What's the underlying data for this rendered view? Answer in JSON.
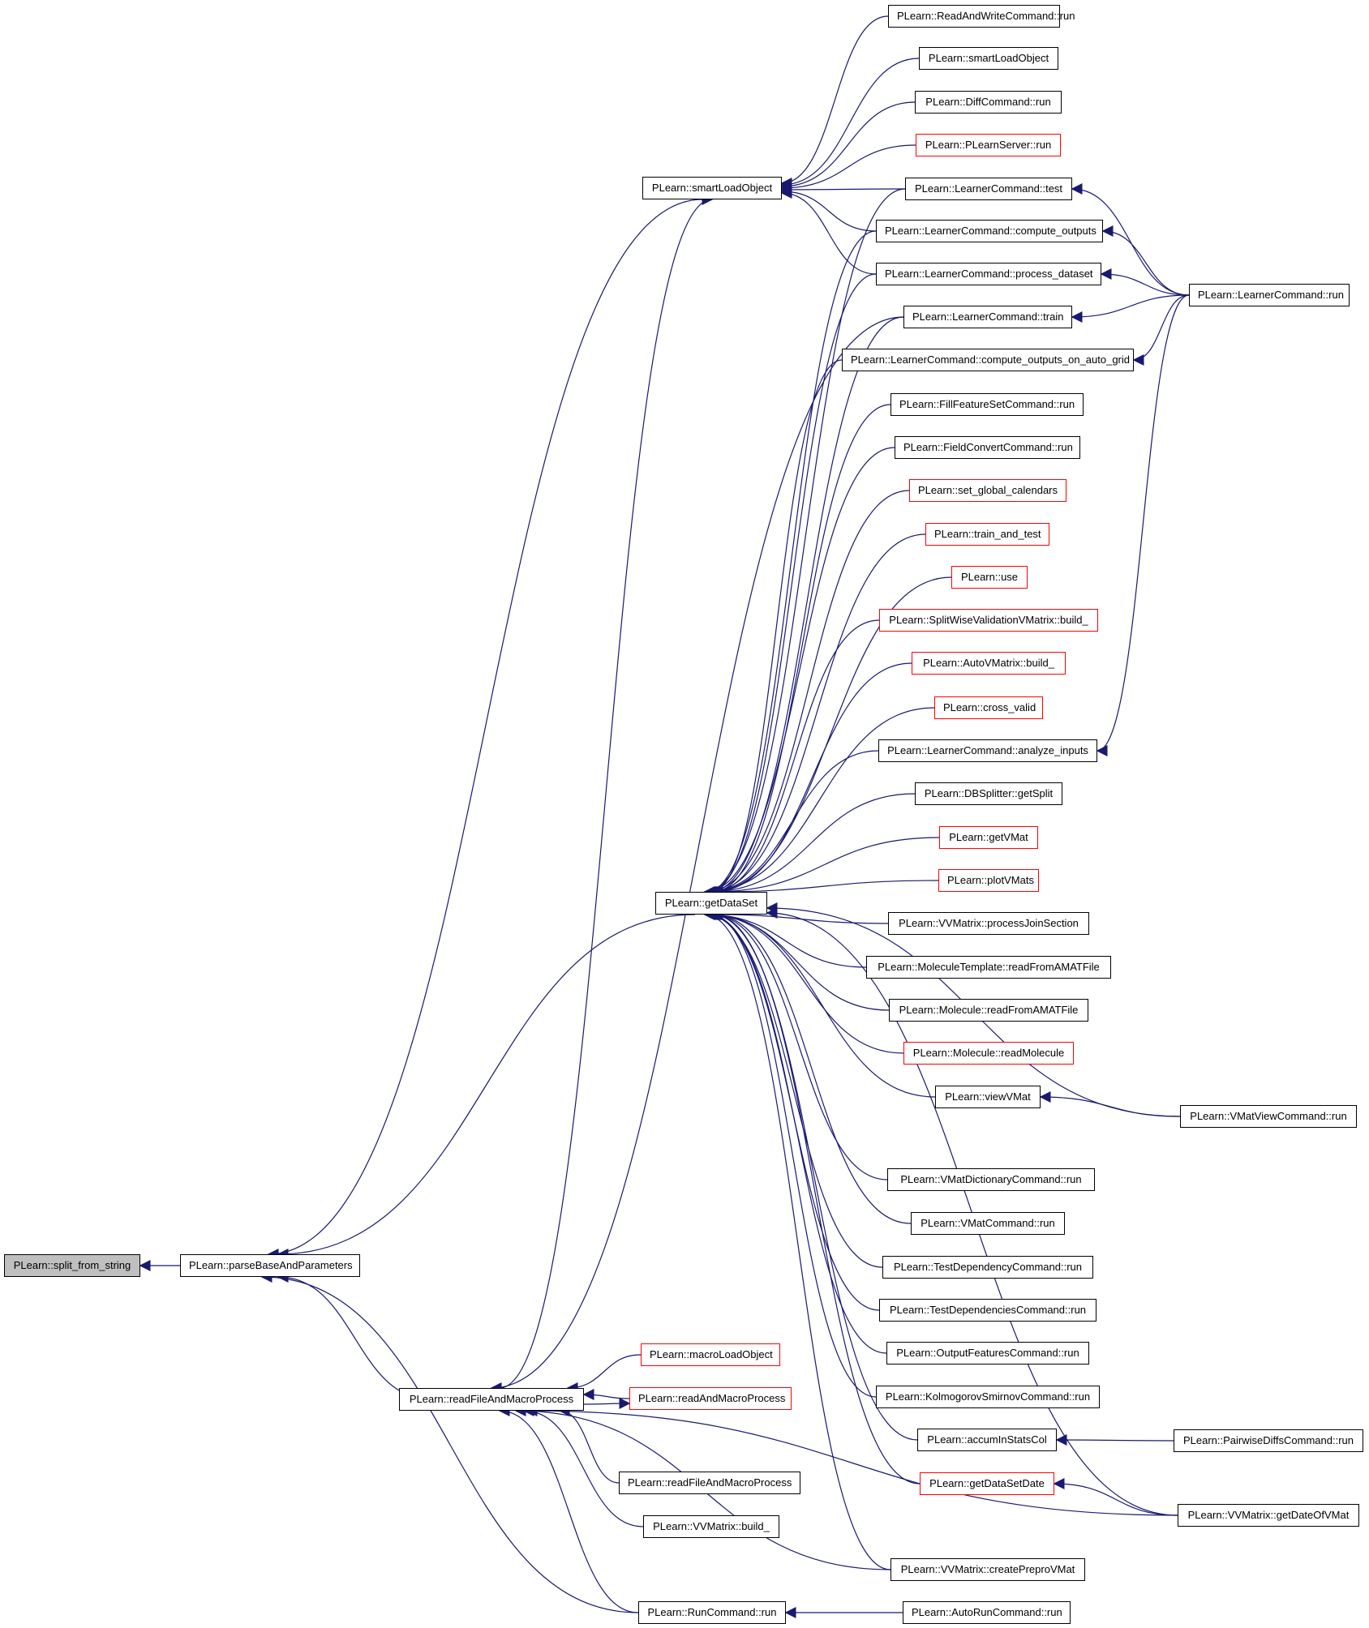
{
  "nodes": [
    {
      "id": "split_from_string",
      "label": "PLearn::split_from_string",
      "root": true,
      "red": false
    },
    {
      "id": "parseBase",
      "label": "PLearn::parseBaseAndParameters",
      "red": false
    },
    {
      "id": "smartLoad1",
      "label": "PLearn::smartLoadObject",
      "red": false
    },
    {
      "id": "getDataSet",
      "label": "PLearn::getDataSet",
      "red": false
    },
    {
      "id": "readFileMacro",
      "label": "PLearn::readFileAndMacroProcess",
      "red": false
    },
    {
      "id": "readWrite",
      "label": "PLearn::ReadAndWriteCommand::run",
      "red": false
    },
    {
      "id": "smartLoad2",
      "label": "PLearn::smartLoadObject",
      "red": false
    },
    {
      "id": "diffRun",
      "label": "PLearn::DiffCommand::run",
      "red": false
    },
    {
      "id": "serverRun",
      "label": "PLearn::PLearnServer::run",
      "red": true
    },
    {
      "id": "lcTest",
      "label": "PLearn::LearnerCommand::test",
      "red": false
    },
    {
      "id": "lcCompute",
      "label": "PLearn::LearnerCommand::compute_outputs",
      "red": false
    },
    {
      "id": "lcProcess",
      "label": "PLearn::LearnerCommand::process_dataset",
      "red": false
    },
    {
      "id": "lcTrain",
      "label": "PLearn::LearnerCommand::train",
      "red": false
    },
    {
      "id": "lcGrid",
      "label": "PLearn::LearnerCommand::compute_outputs_on_auto_grid",
      "red": false
    },
    {
      "id": "fillFeature",
      "label": "PLearn::FillFeatureSetCommand::run",
      "red": false
    },
    {
      "id": "fieldConvert",
      "label": "PLearn::FieldConvertCommand::run",
      "red": false
    },
    {
      "id": "setCalendars",
      "label": "PLearn::set_global_calendars",
      "red": true
    },
    {
      "id": "trainTest",
      "label": "PLearn::train_and_test",
      "red": true
    },
    {
      "id": "use",
      "label": "PLearn::use",
      "red": true
    },
    {
      "id": "splitWise",
      "label": "PLearn::SplitWiseValidationVMatrix::build_",
      "red": true
    },
    {
      "id": "autoVMatrix",
      "label": "PLearn::AutoVMatrix::build_",
      "red": true
    },
    {
      "id": "crossValid",
      "label": "PLearn::cross_valid",
      "red": true
    },
    {
      "id": "analyzeInputs",
      "label": "PLearn::LearnerCommand::analyze_inputs",
      "red": false
    },
    {
      "id": "dbSplitter",
      "label": "PLearn::DBSplitter::getSplit",
      "red": false
    },
    {
      "id": "getVMat",
      "label": "PLearn::getVMat",
      "red": true
    },
    {
      "id": "plotVMats",
      "label": "PLearn::plotVMats",
      "red": true
    },
    {
      "id": "vvJoin",
      "label": "PLearn::VVMatrix::processJoinSection",
      "red": false
    },
    {
      "id": "molTemplate",
      "label": "PLearn::MoleculeTemplate::readFromAMATFile",
      "red": false
    },
    {
      "id": "molAmat",
      "label": "PLearn::Molecule::readFromAMATFile",
      "red": false
    },
    {
      "id": "molRead",
      "label": "PLearn::Molecule::readMolecule",
      "red": true
    },
    {
      "id": "viewVMat",
      "label": "PLearn::viewVMat",
      "red": false
    },
    {
      "id": "vmatDict",
      "label": "PLearn::VMatDictionaryCommand::run",
      "red": false
    },
    {
      "id": "vmatCmd",
      "label": "PLearn::VMatCommand::run",
      "red": false
    },
    {
      "id": "testDep",
      "label": "PLearn::TestDependencyCommand::run",
      "red": false
    },
    {
      "id": "testDeps",
      "label": "PLearn::TestDependenciesCommand::run",
      "red": false
    },
    {
      "id": "outputFeat",
      "label": "PLearn::OutputFeaturesCommand::run",
      "red": false
    },
    {
      "id": "kolmogorov",
      "label": "PLearn::KolmogorovSmirnovCommand::run",
      "red": false
    },
    {
      "id": "accumStats",
      "label": "PLearn::accumInStatsCol",
      "red": false
    },
    {
      "id": "getDataSetDate",
      "label": "PLearn::getDataSetDate",
      "red": true
    },
    {
      "id": "createPrepro",
      "label": "PLearn::VVMatrix::createPreproVMat",
      "red": false
    },
    {
      "id": "macroLoad",
      "label": "PLearn::macroLoadObject",
      "red": true
    },
    {
      "id": "readAndMacro",
      "label": "PLearn::readAndMacroProcess",
      "red": true
    },
    {
      "id": "readFileMacro2",
      "label": "PLearn::readFileAndMacroProcess",
      "red": false
    },
    {
      "id": "vvBuild",
      "label": "PLearn::VVMatrix::build_",
      "red": false
    },
    {
      "id": "runCmd",
      "label": "PLearn::RunCommand::run",
      "red": false
    },
    {
      "id": "autoRun",
      "label": "PLearn::AutoRunCommand::run",
      "red": false
    },
    {
      "id": "lcRun",
      "label": "PLearn::LearnerCommand::run",
      "red": false
    },
    {
      "id": "vmatView",
      "label": "PLearn::VMatViewCommand::run",
      "red": false
    },
    {
      "id": "pairwise",
      "label": "PLearn::PairwiseDiffsCommand::run",
      "red": false
    },
    {
      "id": "vvDate",
      "label": "PLearn::VVMatrix::getDateOfVMat",
      "red": false
    }
  ],
  "colors": {
    "edge": "#191970",
    "red_border": "#ff0000",
    "root_fill": "#bfbfbf"
  }
}
